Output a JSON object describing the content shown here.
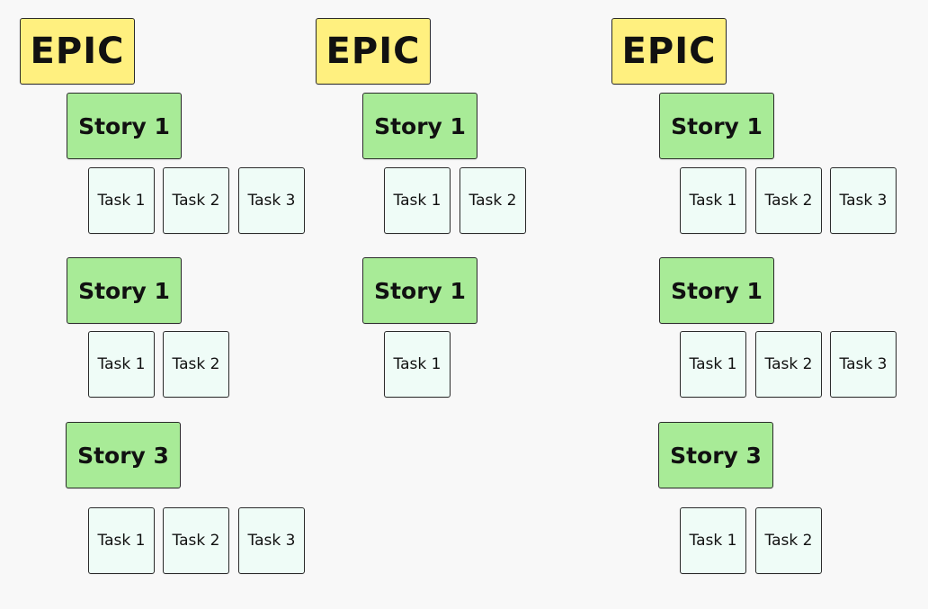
{
  "colors": {
    "epic": "#fff07f",
    "story": "#a8eb97",
    "task": "#effcf7",
    "background": "#f8f8f8"
  },
  "columns": [
    {
      "epic": "EPIC",
      "stories": [
        {
          "label": "Story 1",
          "tasks": [
            "Task 1",
            "Task 2",
            "Task 3"
          ]
        },
        {
          "label": "Story 1",
          "tasks": [
            "Task 1",
            "Task 2"
          ]
        },
        {
          "label": "Story 3",
          "tasks": [
            "Task 1",
            "Task 2",
            "Task 3"
          ]
        }
      ]
    },
    {
      "epic": "EPIC",
      "stories": [
        {
          "label": "Story 1",
          "tasks": [
            "Task 1",
            "Task 2"
          ]
        },
        {
          "label": "Story 1",
          "tasks": [
            "Task 1"
          ]
        }
      ]
    },
    {
      "epic": "EPIC",
      "stories": [
        {
          "label": "Story 1",
          "tasks": [
            "Task 1",
            "Task 2",
            "Task 3"
          ]
        },
        {
          "label": "Story 1",
          "tasks": [
            "Task 1",
            "Task 2",
            "Task 3"
          ]
        },
        {
          "label": "Story 3",
          "tasks": [
            "Task 1",
            "Task 2"
          ]
        }
      ]
    }
  ]
}
